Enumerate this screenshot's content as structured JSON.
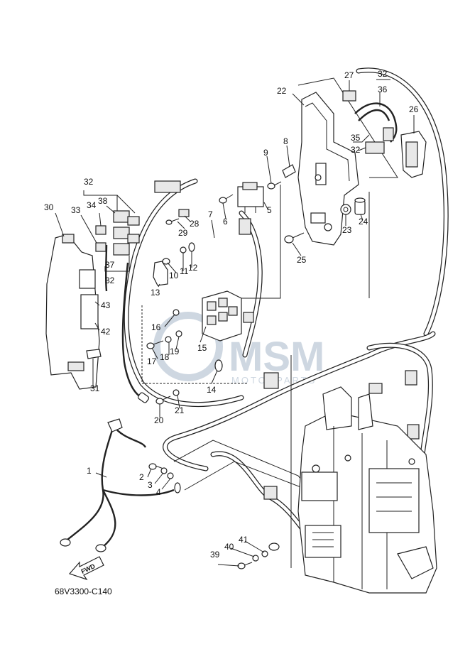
{
  "diagram_code": "68V3300-C140",
  "direction_label": "FWD",
  "watermark": {
    "main": "MSM",
    "sub": "MOTORPARTS"
  },
  "callouts": [
    {
      "id": "c1",
      "label": "1"
    },
    {
      "id": "c2",
      "label": "2"
    },
    {
      "id": "c3",
      "label": "3"
    },
    {
      "id": "c4",
      "label": "4"
    },
    {
      "id": "c5",
      "label": "5"
    },
    {
      "id": "c6",
      "label": "6"
    },
    {
      "id": "c7",
      "label": "7"
    },
    {
      "id": "c8",
      "label": "8"
    },
    {
      "id": "c9",
      "label": "9"
    },
    {
      "id": "c10",
      "label": "10"
    },
    {
      "id": "c11",
      "label": "11"
    },
    {
      "id": "c12",
      "label": "12"
    },
    {
      "id": "c13",
      "label": "13"
    },
    {
      "id": "c14",
      "label": "14"
    },
    {
      "id": "c15",
      "label": "15"
    },
    {
      "id": "c16",
      "label": "16"
    },
    {
      "id": "c17",
      "label": "17"
    },
    {
      "id": "c18",
      "label": "18"
    },
    {
      "id": "c19",
      "label": "19"
    },
    {
      "id": "c20",
      "label": "20"
    },
    {
      "id": "c21",
      "label": "21"
    },
    {
      "id": "c22",
      "label": "22"
    },
    {
      "id": "c23",
      "label": "23"
    },
    {
      "id": "c24",
      "label": "24"
    },
    {
      "id": "c25",
      "label": "25"
    },
    {
      "id": "c26",
      "label": "26"
    },
    {
      "id": "c27",
      "label": "27"
    },
    {
      "id": "c28",
      "label": "28"
    },
    {
      "id": "c29",
      "label": "29"
    },
    {
      "id": "c30",
      "label": "30"
    },
    {
      "id": "c31",
      "label": "31"
    },
    {
      "id": "c32a",
      "label": "32"
    },
    {
      "id": "c32b",
      "label": "32"
    },
    {
      "id": "c32c",
      "label": "32"
    },
    {
      "id": "c32d",
      "label": "32"
    },
    {
      "id": "c33",
      "label": "33"
    },
    {
      "id": "c34",
      "label": "34"
    },
    {
      "id": "c35",
      "label": "35"
    },
    {
      "id": "c36",
      "label": "36"
    },
    {
      "id": "c37",
      "label": "37"
    },
    {
      "id": "c38",
      "label": "38"
    },
    {
      "id": "c39",
      "label": "39"
    },
    {
      "id": "c40",
      "label": "40"
    },
    {
      "id": "c41",
      "label": "41"
    },
    {
      "id": "c42",
      "label": "42"
    },
    {
      "id": "c43",
      "label": "43"
    }
  ]
}
